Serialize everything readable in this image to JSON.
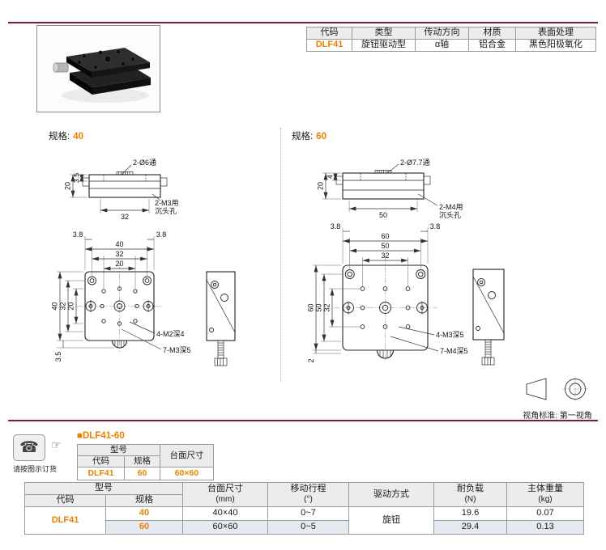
{
  "colors": {
    "accent_orange": "#ec8000",
    "rule_maroon": "#7e1e2d",
    "shaded_row": "#e4eaf1",
    "header_bg": "#ececec"
  },
  "icons": {
    "phone_icon": "☎",
    "pointer_icon": "☞"
  },
  "spec_table": {
    "headers": [
      "代码",
      "类型",
      "传动方向",
      "材质",
      "表面处理"
    ],
    "row": {
      "code": "DLF41",
      "type": "旋钮驱动型",
      "direction": "α轴",
      "material": "铝合金",
      "finish": "黑色阳极氧化"
    }
  },
  "drawing_left": {
    "spec_label": "规格:",
    "spec_value": "40",
    "side": {
      "hole_label": "2-Ø6通",
      "height_dim": "20",
      "plate_dim": "3.5",
      "width_dim": "32",
      "csk_label_line1": "2-M3用",
      "csk_label_line2": "沉头孔"
    },
    "plan": {
      "dim_edge_left": "3.8",
      "dim_edge_right": "3.8",
      "dim_overall_top": "40",
      "dim_mid_top": "32",
      "dim_inner_top": "20",
      "dim_overall_left": "40",
      "dim_mid_left": "32",
      "dim_inner_left": "20",
      "dim_bottom": "3.5",
      "tap_label": "4-M2深4",
      "holes_label": "7-M3深5"
    }
  },
  "drawing_right": {
    "spec_label": "规格:",
    "spec_value": "60",
    "side": {
      "hole_label": "2-Ø7.7通",
      "height_dim": "20",
      "plate_dim": "4",
      "width_dim": "50",
      "csk_label_line1": "2-M4用",
      "csk_label_line2": "沉头孔"
    },
    "plan": {
      "dim_edge_left": "3.8",
      "dim_edge_right": "3.8",
      "dim_overall_top": "60",
      "dim_mid_top": "50",
      "dim_inner_top": "32",
      "dim_overall_left": "60",
      "dim_mid_left": "50",
      "dim_inner_left": "32",
      "dim_bottom": "2",
      "tap_label": "4-M3深5",
      "holes_label": "7-M4深5"
    }
  },
  "view_standard": {
    "label": "视角标准: 第一视角"
  },
  "order": {
    "phone_note": "请按图示订货",
    "example_title": "■DLF41-60",
    "table": {
      "model_header": "型号",
      "code_header": "代码",
      "spec_header": "规格",
      "size_header": "台面尺寸",
      "code": "DLF41",
      "spec": "60",
      "size": "60×60"
    }
  },
  "main_table": {
    "model_header": "型号",
    "code_header": "代码",
    "spec_header": "规格",
    "size_header": "台面尺寸",
    "size_unit": "(mm)",
    "travel_header": "移动行程",
    "travel_unit": "(°)",
    "drive_header": "驱动方式",
    "load_header": "耐负载",
    "load_unit": "(N)",
    "weight_header": "主体重量",
    "weight_unit": "(kg)",
    "code": "DLF41",
    "drive": "旋钮",
    "rows": [
      {
        "spec": "40",
        "size": "40×40",
        "travel": "0~7",
        "load": "19.6",
        "weight": "0.07"
      },
      {
        "spec": "60",
        "size": "60×60",
        "travel": "0~5",
        "load": "29.4",
        "weight": "0.13"
      }
    ]
  }
}
